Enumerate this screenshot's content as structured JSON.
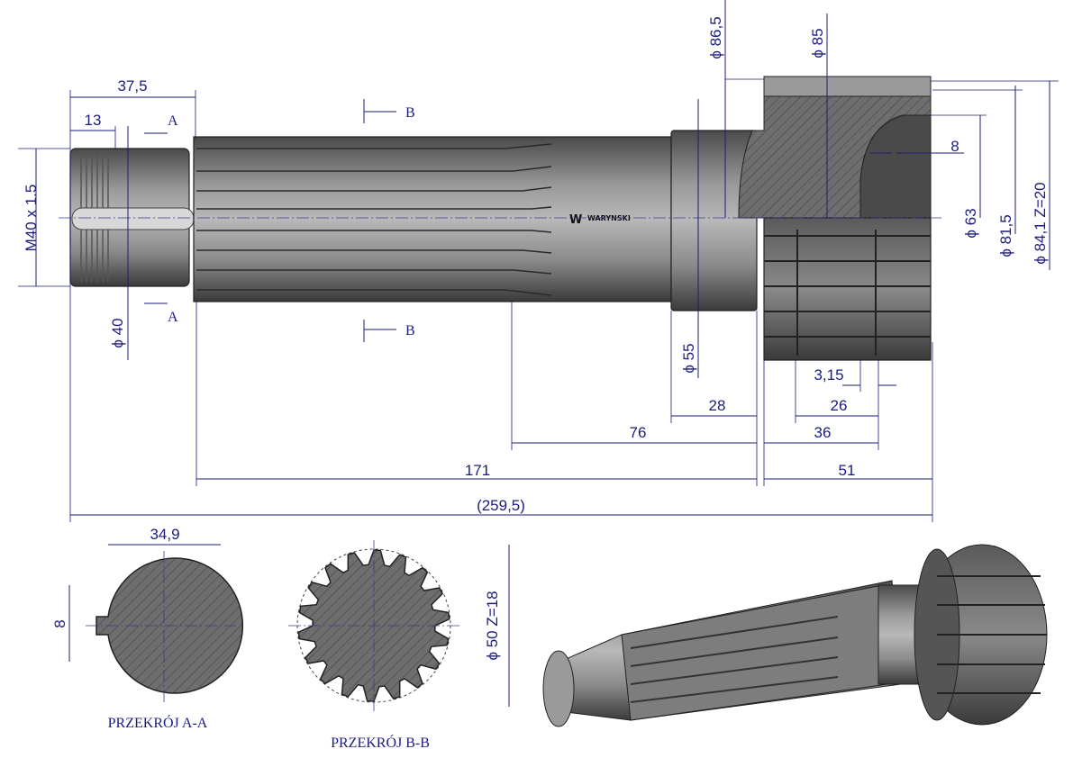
{
  "drawing": {
    "logo": "WARYNSKI",
    "dimensions": {
      "d37_5": "37,5",
      "d13": "13",
      "thread": "M40 x 1.5",
      "phi40": "ϕ 40",
      "phi86_5": "ϕ 86,5",
      "phi85": "ϕ 85",
      "d8_hub": "8",
      "phi63": "ϕ 63",
      "phi81_5": "ϕ 81,5",
      "phi84_1": "ϕ 84,1 Z=20",
      "phi55": "ϕ 55",
      "d3_15": "3,15",
      "d26": "26",
      "d28": "28",
      "d76": "76",
      "d36": "36",
      "d171": "171",
      "d51": "51",
      "d259_5": "(259,5)",
      "d34_9": "34,9",
      "d8_key": "8",
      "phi50": "ϕ 50 Z=18"
    },
    "section_marks": {
      "a": "A",
      "b": "B"
    },
    "captions": {
      "section_aa": "PRZEKRÓJ A-A",
      "section_bb": "PRZEKRÓJ B-B"
    }
  },
  "colors": {
    "dimension": "#1c1c78",
    "metal": "#6a6a6a"
  }
}
